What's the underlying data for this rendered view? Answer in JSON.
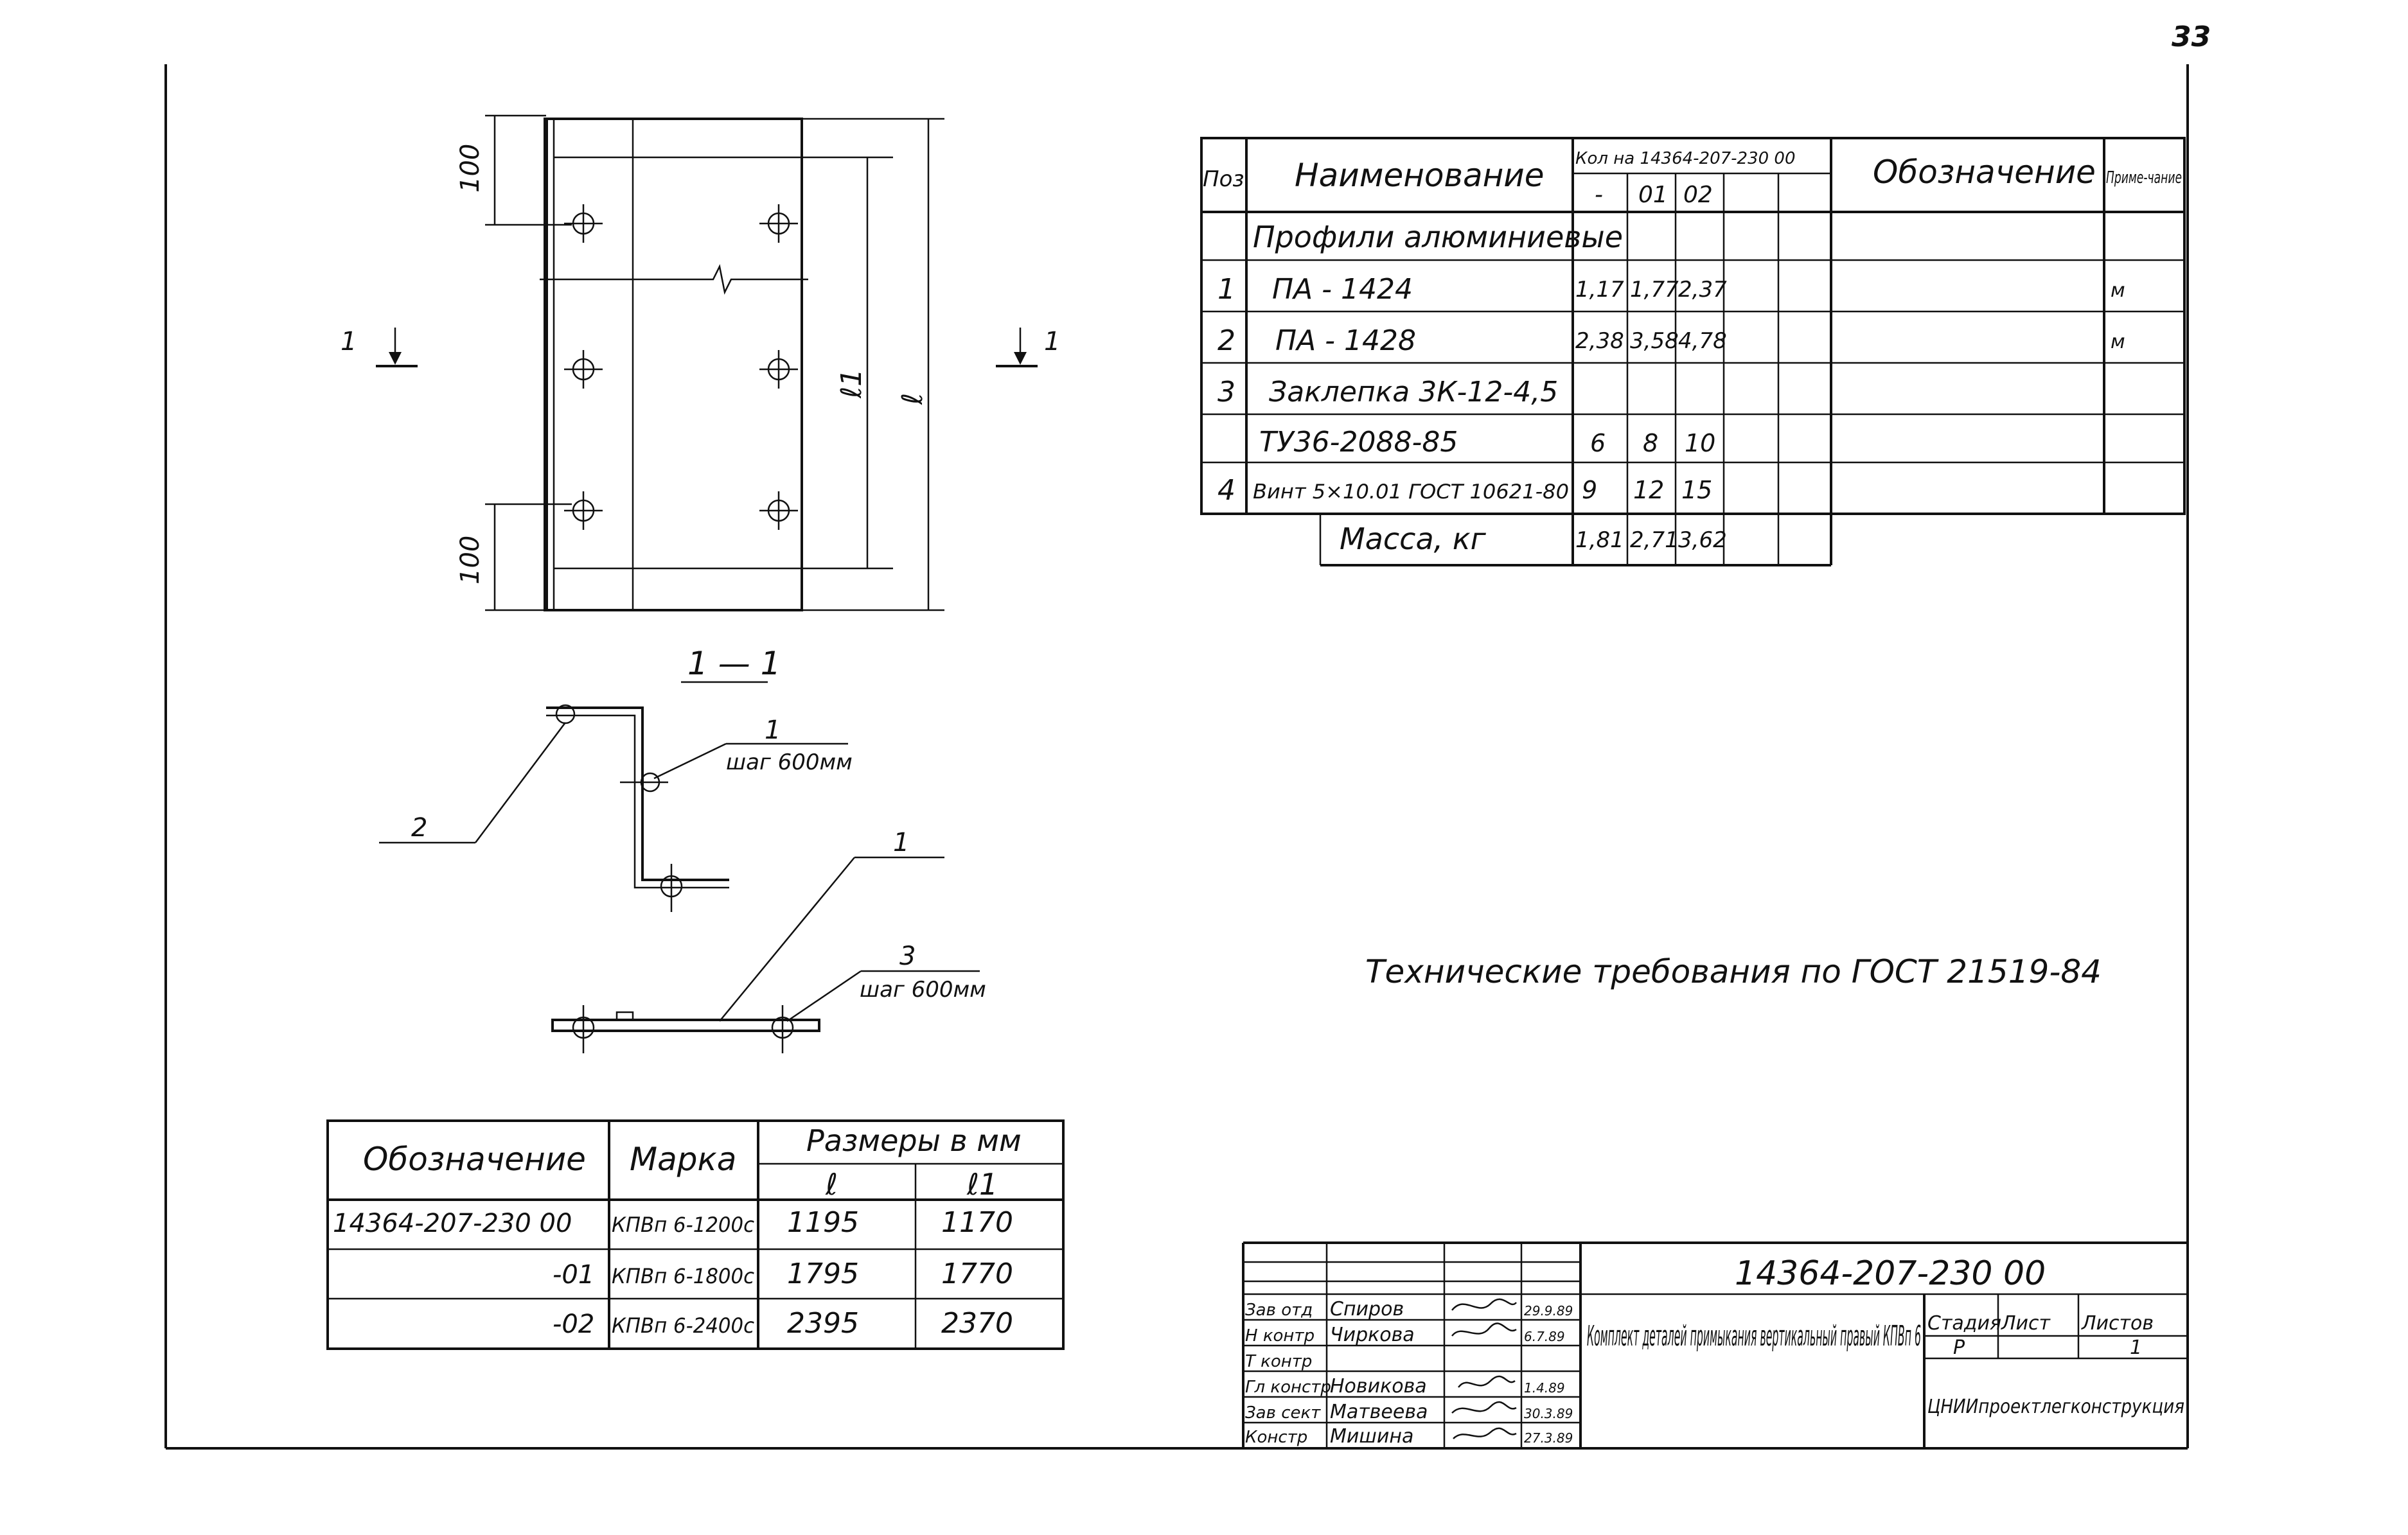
{
  "page_number": "33",
  "plan_view": {
    "dim_top": "100",
    "dim_bottom": "100",
    "dim_l1": "ℓ1",
    "dim_l": "ℓ",
    "section_mark": "1"
  },
  "section_view": {
    "title": "1 — 1",
    "callout_1_label": "1",
    "callout_1_note": "шаг 600мм",
    "callout_2_label": "2",
    "callout_3_label": "1",
    "callout_4_label": "3",
    "callout_4_note": "шаг 600мм"
  },
  "spec_table": {
    "headers": {
      "pos": "Поз",
      "name": "Наименование",
      "qty": "Кол на 14364-207-230 00",
      "qty_sub": [
        "-",
        "01",
        "02"
      ],
      "designation": "Обозначение",
      "note": "Приме-чание"
    },
    "rows": [
      {
        "pos": "",
        "name": "Профили алюминиевые",
        "q0": "",
        "q1": "",
        "q2": "",
        "note": ""
      },
      {
        "pos": "1",
        "name": "ПА - 1424",
        "q0": "1,17",
        "q1": "1,77",
        "q2": "2,37",
        "note": "м"
      },
      {
        "pos": "2",
        "name": "ПА - 1428",
        "q0": "2,38",
        "q1": "3,58",
        "q2": "4,78",
        "note": "м"
      },
      {
        "pos": "3",
        "name": "Заклепка 3К-12-4,5",
        "q0": "",
        "q1": "",
        "q2": "",
        "note": ""
      },
      {
        "pos": "",
        "name": "ТУ36-2088-85",
        "q0": "6",
        "q1": "8",
        "q2": "10",
        "note": ""
      },
      {
        "pos": "4",
        "name": "Винт 5×10.01 ГОСТ 10621-80",
        "q0": "9",
        "q1": "12",
        "q2": "15",
        "note": ""
      }
    ],
    "mass_label": "Масса, кг",
    "mass": [
      "1,81",
      "2,71",
      "3,62"
    ]
  },
  "tech_requirements": "Технические требования по ГОСТ 21519-84",
  "dims_table": {
    "headers": {
      "designation": "Обозначение",
      "mark": "Марка",
      "sizes": "Размеры в мм",
      "l": "ℓ",
      "l1": "ℓ1"
    },
    "rows": [
      {
        "designation": "14364-207-230 00",
        "mark": "КПВп 6-1200с",
        "l": "1195",
        "l1": "1170"
      },
      {
        "designation": "-01",
        "mark": "КПВп 6-1800с",
        "l": "1795",
        "l1": "1770"
      },
      {
        "designation": "-02",
        "mark": "КПВп 6-2400с",
        "l": "2395",
        "l1": "2370"
      }
    ]
  },
  "title_block": {
    "doc_number": "14364-207-230 00",
    "title": "Комплект деталей примыкания вертикальный правый КПВп 6",
    "stage_label": "Стадия",
    "sheet_label": "Лист",
    "sheets_label": "Листов",
    "stage": "Р",
    "sheet": "",
    "sheets": "1",
    "organization": "ЦНИИпроектлегконструкция",
    "signatures": [
      {
        "role": "Зав отд",
        "name": "Спиров",
        "date": "29.9.89"
      },
      {
        "role": "Н контр",
        "name": "Чиркова",
        "date": "6.7.89"
      },
      {
        "role": "Т контр",
        "name": "",
        "date": ""
      },
      {
        "role": "Гл констр",
        "name": "Новикова",
        "date": "1.4.89"
      },
      {
        "role": "Зав сект",
        "name": "Матвеева",
        "date": "30.3.89"
      },
      {
        "role": "Констр",
        "name": "Мишина",
        "date": "27.3.89"
      }
    ]
  }
}
